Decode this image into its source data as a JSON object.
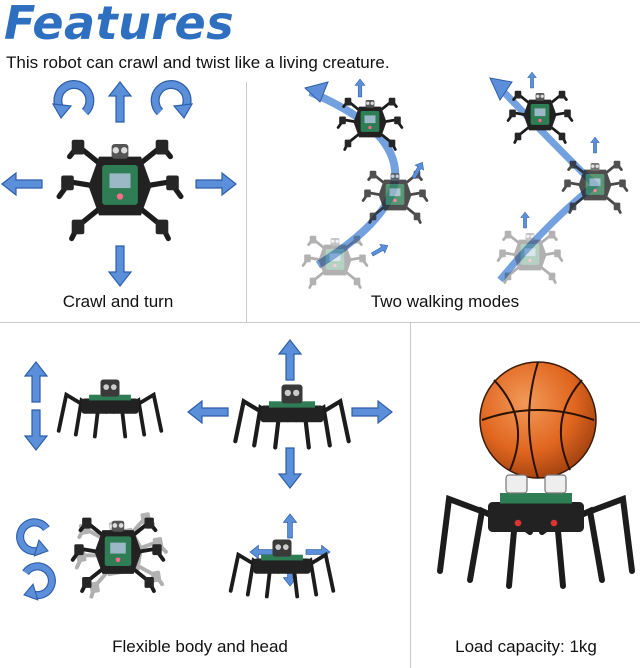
{
  "header": {
    "title": "Features",
    "subtitle": "This robot can crawl and twist like a living creature."
  },
  "panels": {
    "crawl": {
      "caption": "Crawl and turn"
    },
    "walking": {
      "caption": "Two walking modes"
    },
    "flexible": {
      "caption": "Flexible body and head"
    },
    "load": {
      "caption": "Load capacity: 1kg"
    }
  },
  "colors": {
    "title": "#2e6fc0",
    "arrow": "#5b8fd9",
    "arrow_stroke": "#2f5fa8",
    "robot_body": "#1c1c1c",
    "pcb": "#2f7d54",
    "ball": "#e0661f",
    "divider": "#c9c9c9"
  }
}
